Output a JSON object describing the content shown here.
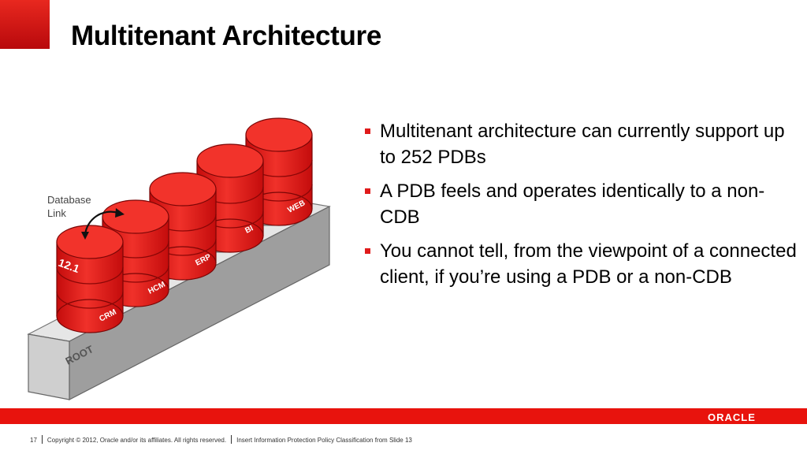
{
  "slide": {
    "title": "Multitenant Architecture"
  },
  "bullets": [
    "Multitenant architecture can currently support up to 252 PDBs",
    "A PDB feels and operates identically to a non-CDB",
    "You cannot tell, from the viewpoint of a connected client, if you’re using a PDB or a non-CDB"
  ],
  "diagram": {
    "link_label_line1": "Database",
    "link_label_line2": "Link",
    "base_label": "ROOT",
    "version_label": "12.1",
    "databases": [
      "CRM",
      "HCM",
      "ERP",
      "BI",
      "WEB"
    ]
  },
  "footer": {
    "page_number": "17",
    "copyright": "Copyright © 2012, Oracle and/or its affiliates. All rights reserved.",
    "classification": "Insert Information Protection Policy Classification from Slide 13",
    "logo": "ORACLE"
  },
  "colors": {
    "brand_red": "#e8130d",
    "cylinder_red": "#e8281f",
    "base_gray": "#c8c8c8"
  }
}
